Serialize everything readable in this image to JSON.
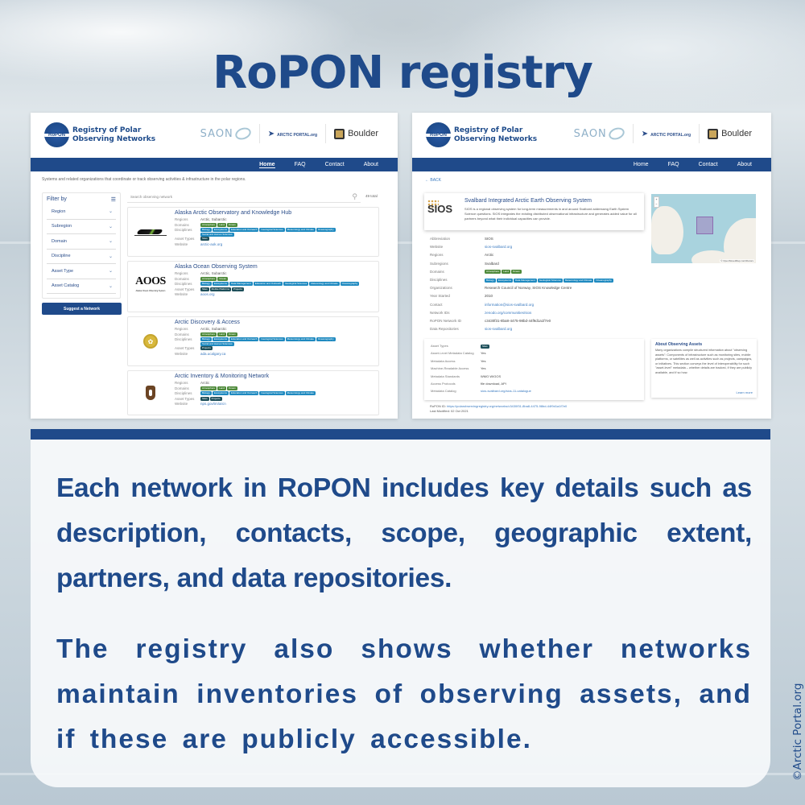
{
  "page": {
    "title": "RoPON registry",
    "copyright": "©Arctic Portal.org"
  },
  "site": {
    "logo_badge": "RoPON",
    "logo_text_line1": "Registry of Polar",
    "logo_text_line2": "Observing Networks",
    "partners": [
      "SAON",
      "ARCTIC PORTAL.org",
      "Boulder"
    ],
    "nav": [
      {
        "label": "Home",
        "active": true
      },
      {
        "label": "FAQ",
        "active": false
      },
      {
        "label": "Contact",
        "active": false
      },
      {
        "label": "About",
        "active": false
      }
    ]
  },
  "list_page": {
    "intro": "Systems and related organizations that coordinate or track observing activities & infrastructure in the polar regions.",
    "filter": {
      "title": "Filter by",
      "items": [
        "Region",
        "Subregion",
        "Domain",
        "Discipline",
        "Asset Type",
        "Asset Catalog"
      ]
    },
    "suggest_button": "Suggest a Network",
    "search_placeholder": "Search observing network",
    "total": "49 total",
    "field_labels": {
      "regions": "Regions",
      "domains": "Domains",
      "disciplines": "Disciplines",
      "asset_types": "Asset Types",
      "website": "Website"
    },
    "networks": [
      {
        "title": "Alaska Arctic Observatory and Knowledge Hub",
        "regions": "Arctic, Subarctic",
        "domains": [
          "Atmosphere",
          "Land",
          "Ocean"
        ],
        "disciplines": [
          "Biology",
          "Ecosystems",
          "Education and Outreach",
          "Geological Sciences",
          "Meteorology and Climate",
          "Oceanography",
          "Social and Human Sciences"
        ],
        "asset_types": [
          "Sites"
        ],
        "website": "arctic-aok.org"
      },
      {
        "title": "Alaska Ocean Observing System",
        "logo_text": "AOOS",
        "logo_sub": "Alaska Ocean Observing System",
        "regions": "Arctic, Subarctic",
        "domains": [
          "Atmosphere",
          "Ocean"
        ],
        "disciplines": [
          "Biology",
          "Ecosystems",
          "Data Management",
          "Education and Outreach",
          "Geological Sciences",
          "Meteorology and Climate",
          "Oceanography"
        ],
        "asset_types": [
          "Sites",
          "Mobile Platforms",
          "Projects"
        ],
        "website": "aoos.org"
      },
      {
        "title": "Arctic Discovery & Access",
        "regions": "Arctic, Subarctic",
        "domains": [
          "Atmosphere",
          "Land",
          "Ocean"
        ],
        "disciplines": [
          "Biology",
          "Ecosystems",
          "Education and Outreach",
          "Geological Sciences",
          "Meteorology and Climate",
          "Oceanography",
          "Social and Human Sciences"
        ],
        "asset_types": [
          "Projects"
        ],
        "website": "ada.ucalgary.ca"
      },
      {
        "title": "Arctic Inventory & Monitoring Network",
        "regions": "Arctic",
        "domains": [
          "Atmosphere",
          "Land",
          "Ocean"
        ],
        "disciplines": [
          "Biology",
          "Ecosystems",
          "Education and Outreach",
          "Geological Sciences",
          "Meteorology and Climate"
        ],
        "asset_types": [
          "Sites",
          "Projects"
        ],
        "website": "nps.gov/im/arcn"
      }
    ]
  },
  "detail_page": {
    "back": "← BACK",
    "title": "Svalbard Integrated Arctic Earth Observing System",
    "logo_text": "SIOS",
    "description": "SIOS is a regional observing system for long-term measurements in and around Svalbard addressing Earth System Science questions. SIOS integrates the existing distributed observational infrastructure and generates added value for all partners beyond what their individual capacities can provide.",
    "fields": [
      {
        "k": "Abbreviation",
        "v": "SIOS"
      },
      {
        "k": "Website",
        "v": "sios-svalbard.org",
        "link": true
      },
      {
        "k": "Regions",
        "v": "Arctic"
      },
      {
        "k": "Subregions",
        "v": "Svalbard"
      },
      {
        "k": "Domains",
        "tags": [
          "Atmosphere",
          "Land",
          "Ocean"
        ],
        "tag_type": "domain"
      },
      {
        "k": "Disciplines",
        "tags": [
          "Biology",
          "Ecosystems",
          "Data Management",
          "Geological Sciences",
          "Meteorology and Climate",
          "Oceanography"
        ],
        "tag_type": "disc"
      },
      {
        "k": "Organizations",
        "v": "Research Council of Norway, SIOS Knowledge Centre"
      },
      {
        "k": "Year Started",
        "v": "2010"
      },
      {
        "k": "Contact",
        "v": "information@sios-svalbard.org",
        "link": true
      },
      {
        "k": "Network IDs",
        "v": "zenodo.org/communities/sios",
        "link": true
      },
      {
        "k": "RoPON Network ID",
        "v": "c3430f31-8ba8-4475-98bd-44f9d1a1f7e0"
      },
      {
        "k": "Data Repositories",
        "v": "sios-svalbard.org",
        "link": true
      }
    ],
    "map_zoom_in": "+",
    "map_zoom_out": "−",
    "map_attribution": "© OpenStreetMap contributors",
    "asset_fields": [
      {
        "k": "Asset Types",
        "tag": "Sites"
      },
      {
        "k": "Asset-Level Metadata Catalog",
        "v": "Yes"
      },
      {
        "k": "Metadata Access",
        "v": "Yes"
      },
      {
        "k": "Machine-Readable Access",
        "v": "Yes"
      },
      {
        "k": "Metadata Standards",
        "v": "WMO WIGOS"
      },
      {
        "k": "Access Protocols",
        "v": "file download, API"
      },
      {
        "k": "Metadata Catalog",
        "v": "sios-svalbard.org/sios-11-catalogue",
        "link": true
      }
    ],
    "about_assets": {
      "title": "About Observing Assets",
      "text": "Many organizations compile structured information about \"observing assets\": Components of infrastructure such as monitoring sites, mobile platforms, or satellites as well as activities such as projects, campaigns, or initiatives. This section conveys the level of interoperability for such \"asset-level\" metadata – whether details are tracked, if they are publicly available, and if so how.",
      "learn_more": "Learn more"
    },
    "ropon_id_label": "RoPON ID:",
    "ropon_id_url": "https://polarobservingregistry.org/networks/c3430f31-8ba8-4475-98bd-44f9d1a1f7e0",
    "last_modified": "Last Modified: 02 Oct 2021"
  },
  "text_panel": {
    "paragraph1": "Each network in RoPON includes key details such as description, contacts, scope, geographic extent, partners, and data repositories.",
    "paragraph2": "The registry also shows whether networks maintain inventories of observing assets, and if these are publicly accessible."
  },
  "colors": {
    "brand_blue": "#1f4a8a",
    "domain_tag": "#4e8a3a",
    "discipline_tag": "#1f8ac0",
    "asset_tag": "#1d4f5a",
    "link": "#3a7ac0"
  }
}
